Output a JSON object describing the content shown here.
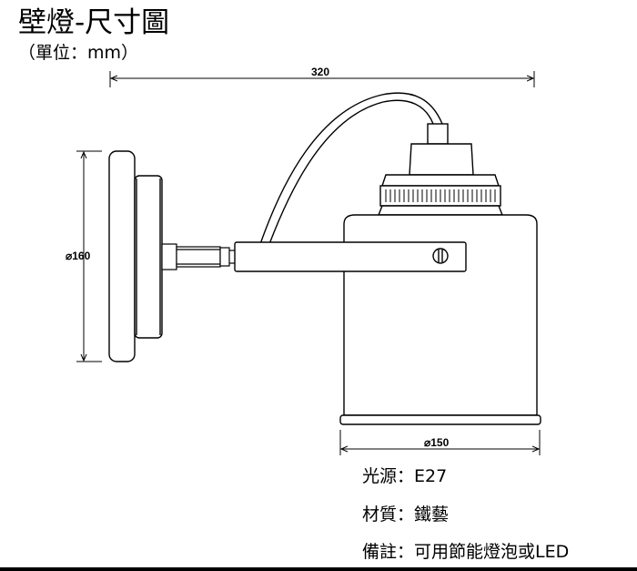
{
  "title": "壁燈-尺寸圖",
  "unit_note": "（單位：mm）",
  "dimensions": {
    "width_label": "320",
    "height_label": "⌀160",
    "shade_label": "⌀150"
  },
  "specs": [
    {
      "text": "光源：E27"
    },
    {
      "text": "材質：鐵藝"
    },
    {
      "text": "備註：可用節能燈泡或LED"
    }
  ]
}
